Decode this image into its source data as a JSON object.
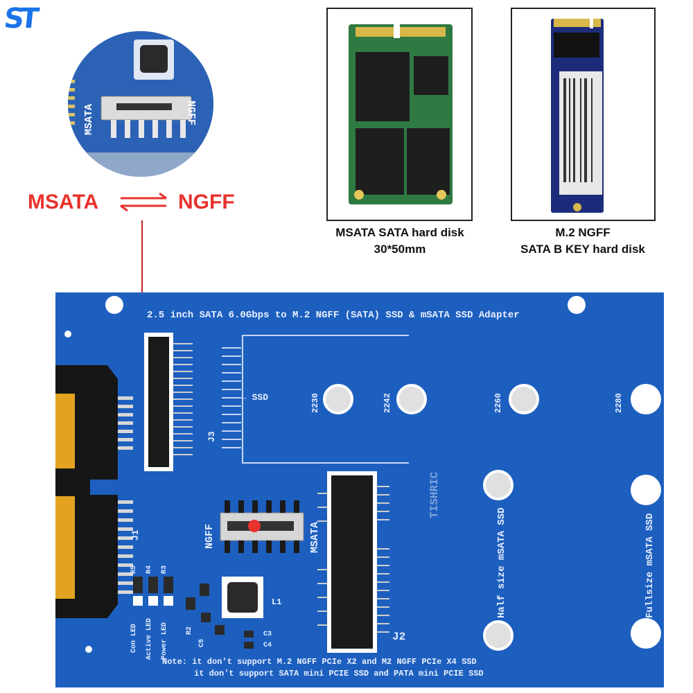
{
  "brand": {
    "logo": "ST"
  },
  "zoom": {
    "left_label": "MSATA",
    "right_label": "NGFF"
  },
  "switch_legend": {
    "left": "MSATA",
    "right": "NGFF"
  },
  "products": [
    {
      "line1": "MSATA SATA hard disk",
      "line2": "30*50mm"
    },
    {
      "line1": "M.2 NGFF",
      "line2": "SATA B KEY hard disk"
    }
  ],
  "board": {
    "title": "2.5  inch SATA 6.0Gbps  to  M.2 NGFF (SATA)  SSD  &  mSATA SSD Adapter",
    "ssd_arrow": "← SSD",
    "j1": "J1",
    "j2": "J2",
    "j3": "J3",
    "l1": "L1",
    "brand": "TISHRIC",
    "size_2230": "2230",
    "size_2242": "2242",
    "size_2260": "2260",
    "size_2280": "2280",
    "switch_left": "NGFF",
    "switch_right": "MSATA",
    "half_msata": "Half size  mSATA SSD",
    "full_msata": "Fullsize  mSATA SSD",
    "r5": "R5",
    "r4": "R4",
    "r3": "R3",
    "con_led": "Con LED",
    "active_led": "Active LED",
    "power_led": "Power LED",
    "c3": "C3",
    "c4": "C4",
    "r2": "R2",
    "c5": "C5",
    "note1": "Note:  it don't support   M.2  NGFF  PCIe  X2  and   M2  NGFF  PCIe   X4  SSD",
    "note2": "it don't support  SATA  mini  PCIE  SSD  and  PATA  mini  PCIE  SSD"
  },
  "colors": {
    "accent_red": "#e8322d",
    "board_blue": "#1d5fbf",
    "logo_blue": "#1a73e8"
  }
}
